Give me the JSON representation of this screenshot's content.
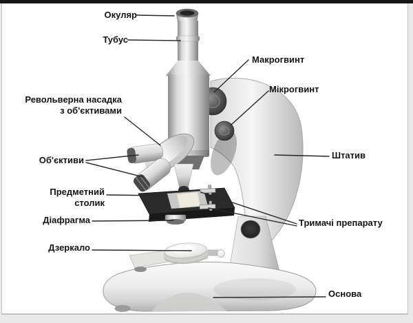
{
  "frame": {
    "top_bar_color": "#161616",
    "border_color": "#c2c2c2",
    "panel_bg": "#ffffff",
    "outer_bg": "#e9e9e9"
  },
  "colors": {
    "label_text": "#141414",
    "leader_line": "#262626",
    "stage_dark": "#2b2b2b",
    "metal_light": "#f6f6f6",
    "metal_dark": "#7f7f7f"
  },
  "labels": {
    "okular": "Окуляр",
    "tubus": "Тубус",
    "makrohvynt": "Макрогвинт",
    "mikrohvynt": "Мікрогвинт",
    "revolverna_line1": "Револьверна насадка",
    "revolverna_line2": "з об'єктивами",
    "obiektyvy": "Об'єктиви",
    "shtatyv": "Штатив",
    "stolyk_line1": "Предметний",
    "stolyk_line2": "столик",
    "diafrahma": "Діафрагма",
    "trymachi": "Тримачі препарату",
    "dzerkalo": "Дзеркало",
    "osnova": "Основа"
  }
}
